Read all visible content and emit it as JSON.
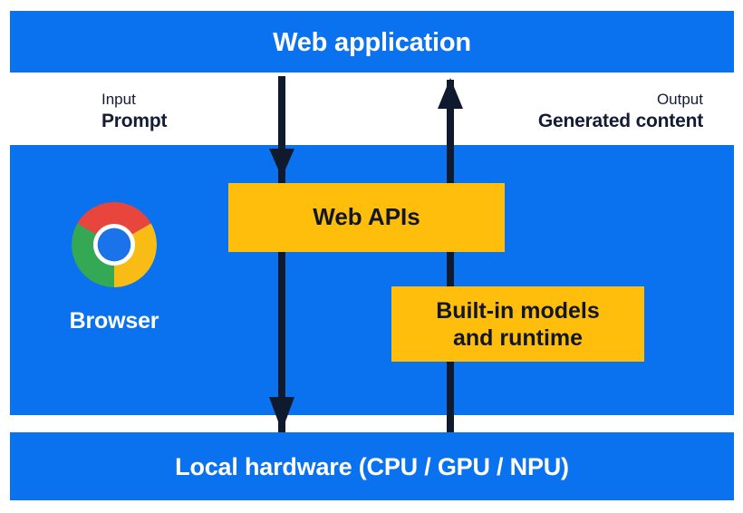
{
  "diagram": {
    "title": "Web application / Browser / Local hardware built-in AI flow",
    "colors": {
      "band_blue": "#0b72ef",
      "box_yellow": "#ffbe0b",
      "arrow_dark": "#101a2e",
      "text_dark": "#141b34",
      "text_light": "#ffffff",
      "page_background": "#ffffff",
      "chrome_red": "#e8453c",
      "chrome_yellow": "#f9bc15",
      "chrome_green": "#34a853",
      "chrome_blue": "#1a73e8",
      "chrome_white": "#ffffff"
    },
    "bands": {
      "top": {
        "label": "Web application"
      },
      "middle": {
        "label": "Browser"
      },
      "bottom": {
        "label": "Local hardware (CPU / GPU / NPU)"
      }
    },
    "io": {
      "input": {
        "kind": "Input",
        "value": "Prompt"
      },
      "output": {
        "kind": "Output",
        "value": "Generated content"
      }
    },
    "boxes": [
      {
        "name": "web-apis",
        "label": "Web APIs"
      },
      {
        "name": "built-in-models",
        "line1": "Built-in models",
        "line2": "and runtime"
      }
    ],
    "arrows": [
      {
        "name": "input-arrow",
        "direction": "down",
        "from": "Web application",
        "to": "Local hardware (CPU / GPU / NPU)"
      },
      {
        "name": "output-arrow",
        "direction": "up",
        "from": "Local hardware (CPU / GPU / NPU)",
        "to": "Web application"
      }
    ],
    "icons": {
      "chrome": "chrome-logo-icon"
    }
  }
}
